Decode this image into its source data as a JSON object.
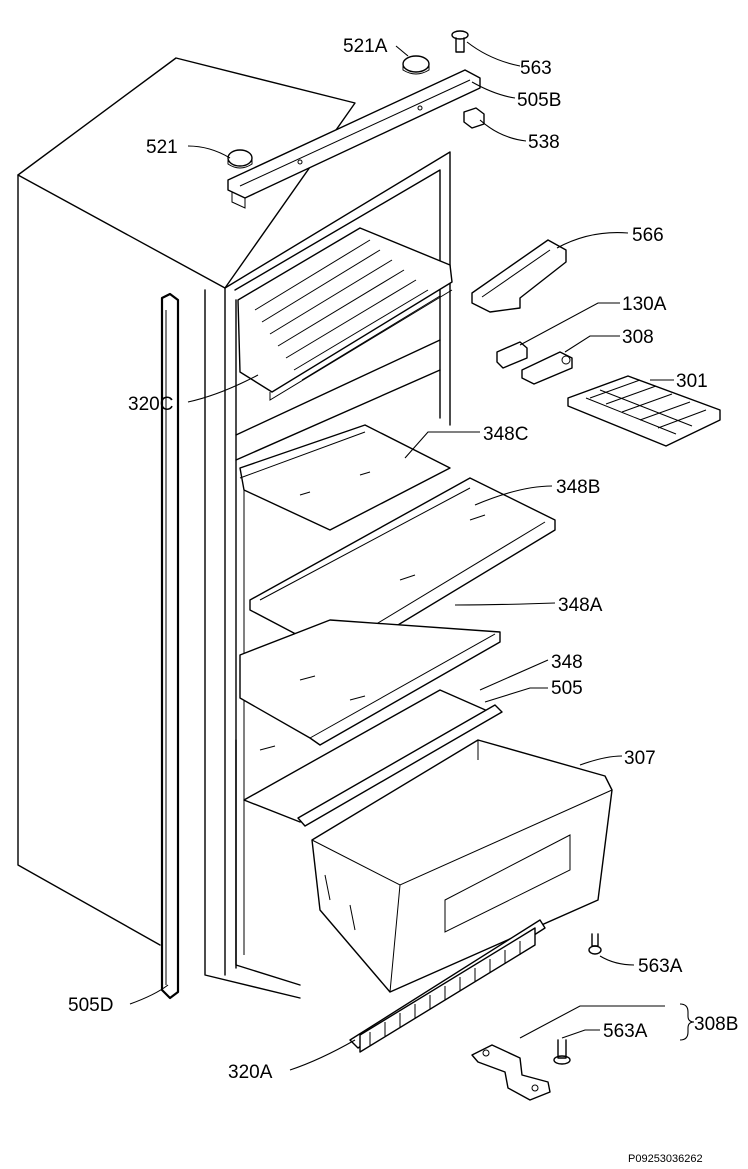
{
  "labels": {
    "l563": "563",
    "l521A": "521A",
    "l505B": "505B",
    "l521": "521",
    "l538": "538",
    "l566": "566",
    "l130A": "130A",
    "l308": "308",
    "l301": "301",
    "l320C": "320C",
    "l348C": "348C",
    "l348B": "348B",
    "l348A": "348A",
    "l348": "348",
    "l505": "505",
    "l307": "307",
    "l563A_1": "563A",
    "l505D": "505D",
    "l308B": "308B",
    "l563A_2": "563A",
    "l320A": "320A"
  },
  "reference_code": "P09253036262"
}
